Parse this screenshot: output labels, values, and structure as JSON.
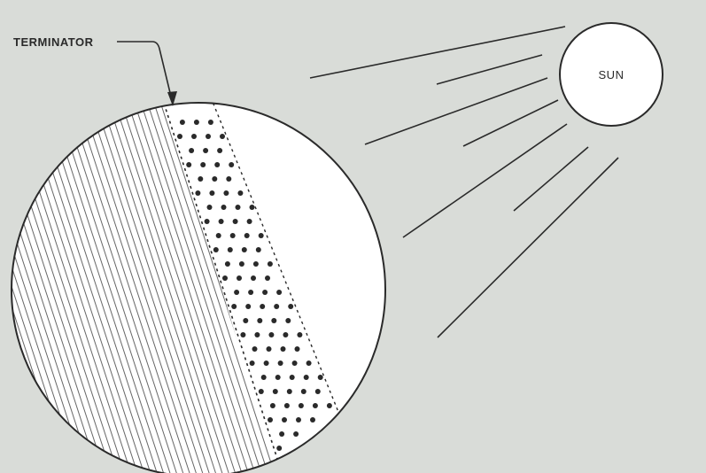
{
  "labels": {
    "terminator": "TERMINATOR",
    "sun": "SUN"
  },
  "colors": {
    "background": "#d9dcd8",
    "ink": "#2a2a2a",
    "lit_side": "#ffffff",
    "shadow_hatch": "#555555"
  },
  "regions": [
    "night-side-hatched",
    "terminator-band-dotted",
    "day-side-lit"
  ]
}
